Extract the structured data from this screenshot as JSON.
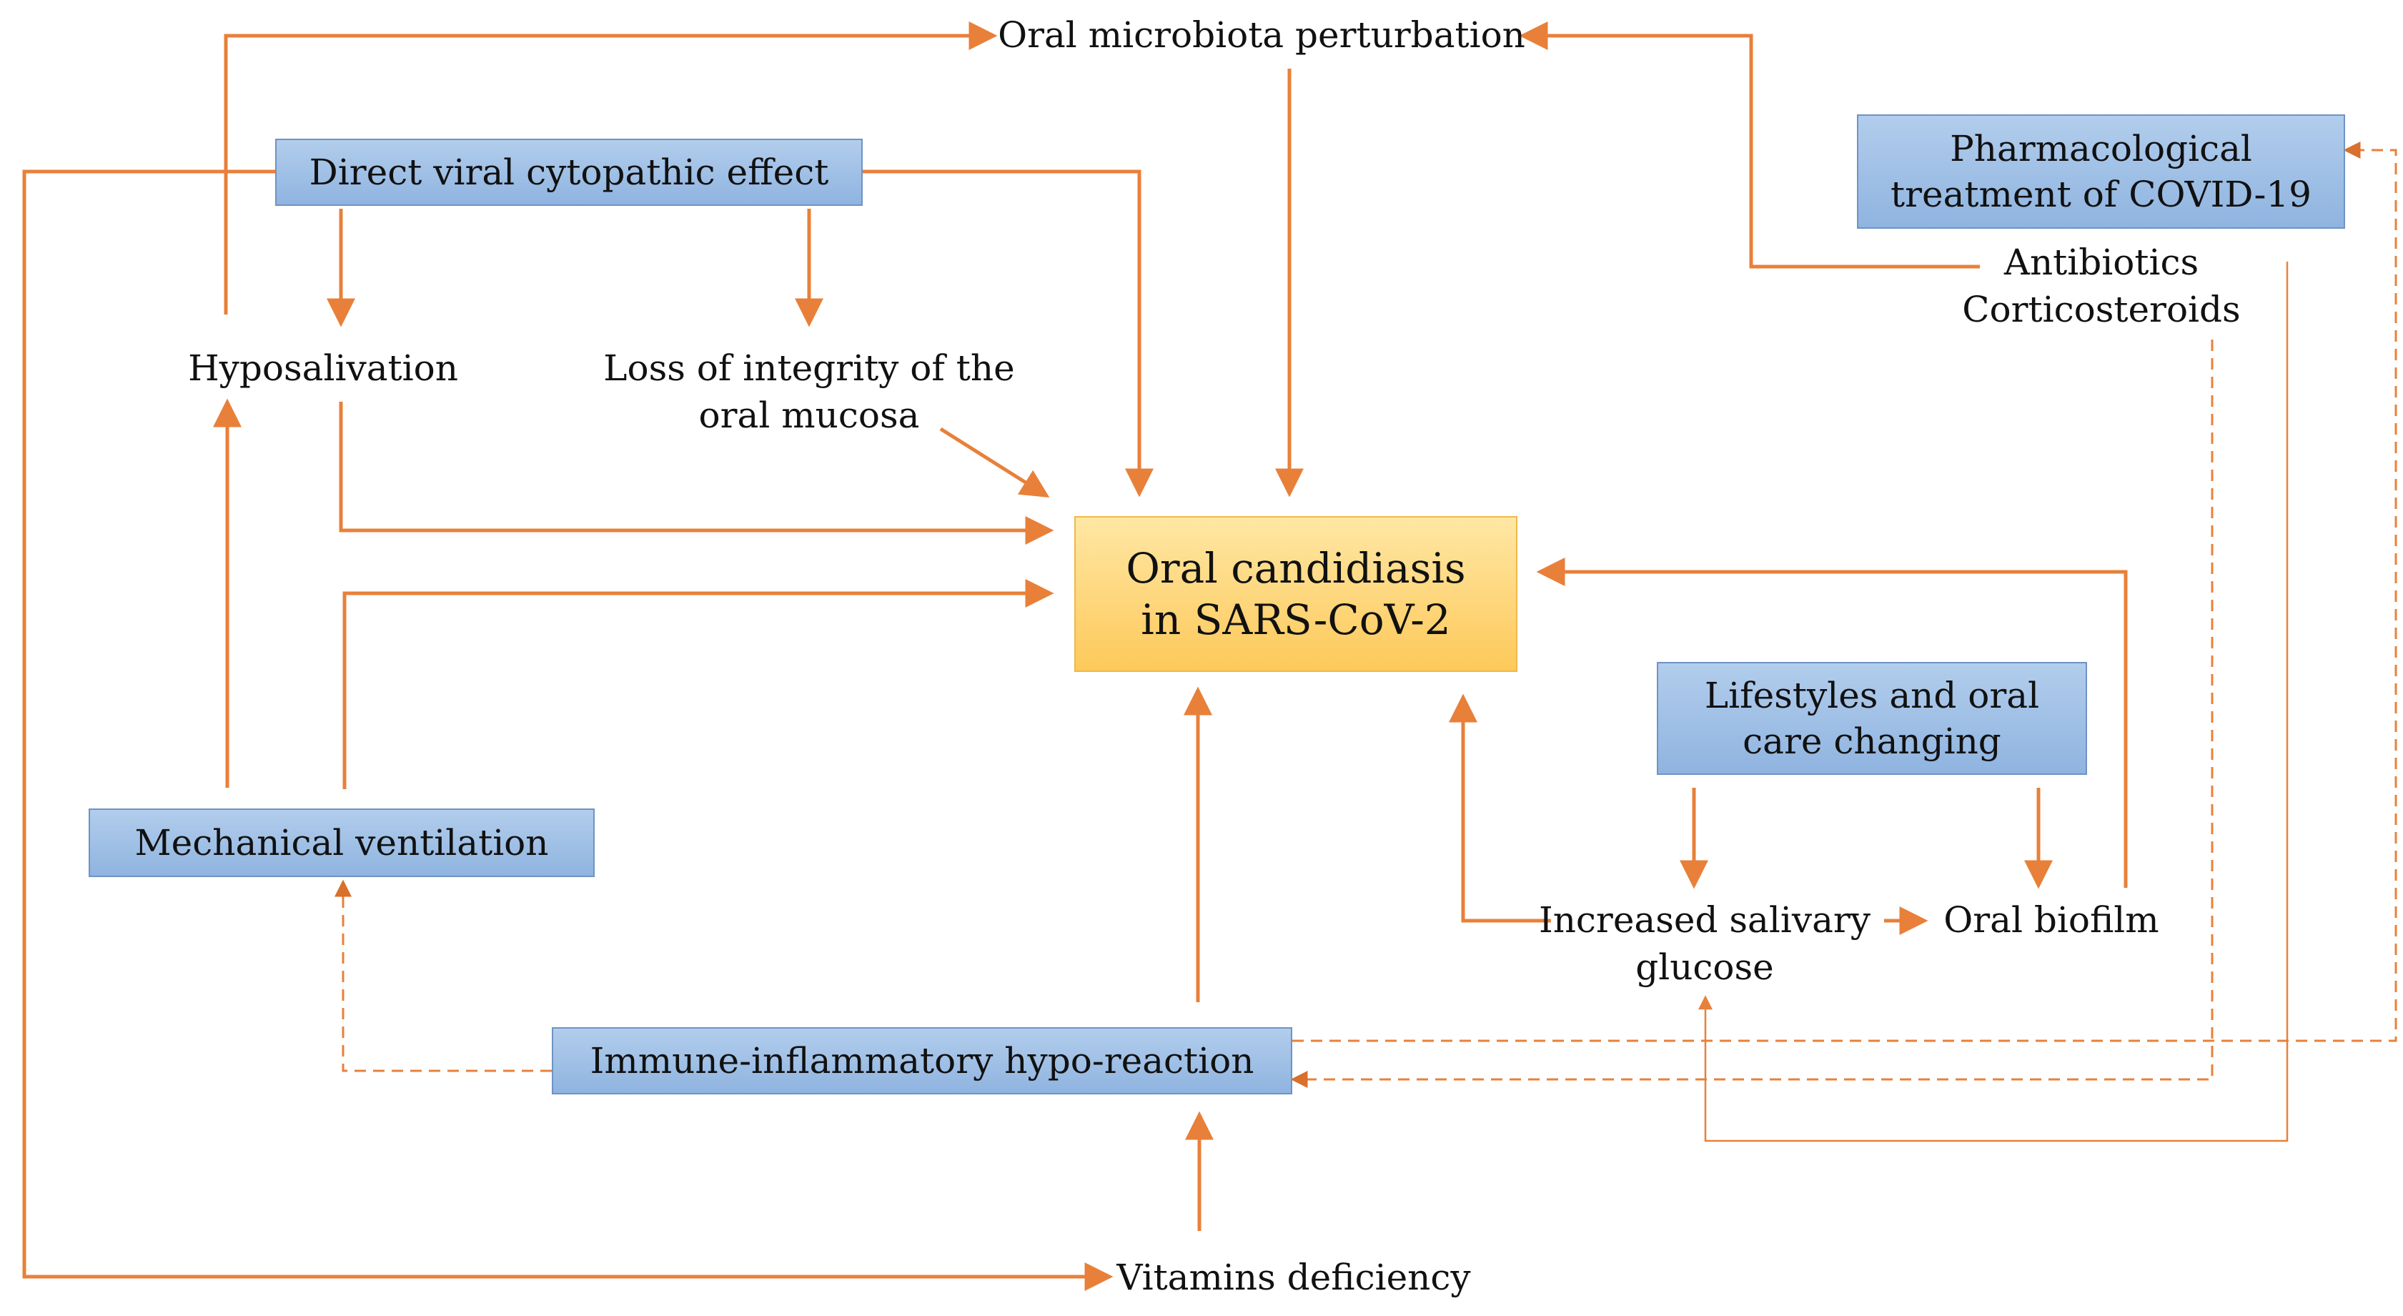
{
  "colors": {
    "arrow": "#e8803a",
    "box_fill": "#9fc0e6",
    "box_border": "#6f93c4",
    "center_fill": "#fdd77d",
    "center_border": "#f0b84a"
  },
  "center": {
    "line1": "Oral candidiasis",
    "line2": "in SARS-CoV-2"
  },
  "boxes": {
    "viral": "Direct viral cytopathic effect",
    "pharma_line1": "Pharmacological",
    "pharma_line2": "treatment of COVID-19",
    "lifestyle_line1": "Lifestyles and oral",
    "lifestyle_line2": "care changing",
    "ventilation": "Mechanical ventilation",
    "immune": "Immune-inflammatory hypo-reaction"
  },
  "labels": {
    "microbiota": "Oral microbiota perturbation",
    "hyposalivation": "Hyposalivation",
    "mucosa_line1": "Loss of integrity of the",
    "mucosa_line2": "oral mucosa",
    "antibiotics": "Antibiotics",
    "corticosteroids": "Corticosteroids",
    "glucose_line1": "Increased salivary",
    "glucose_line2": "glucose",
    "biofilm": "Oral biofilm",
    "vitamins": "Vitamins deficiency"
  }
}
